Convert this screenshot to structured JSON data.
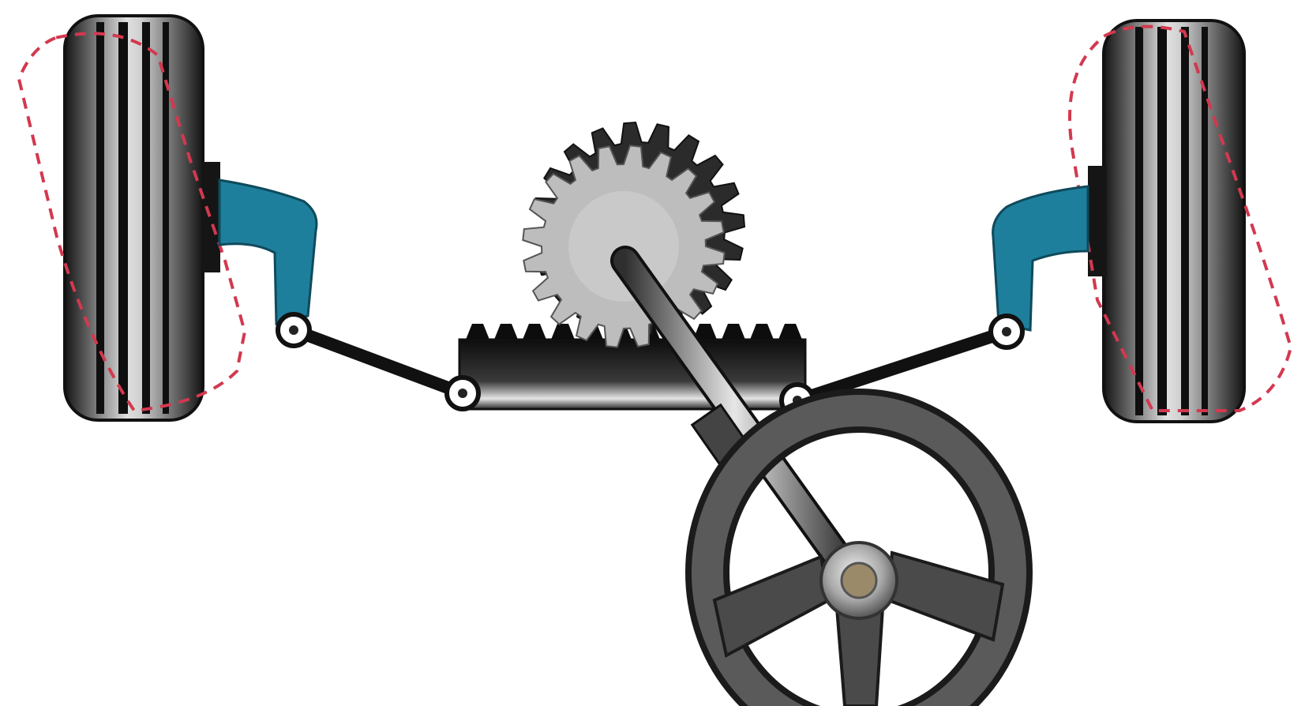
{
  "diagram": {
    "subject": "rack-and-pinion-steering-mechanism",
    "components": [
      {
        "name": "left-wheel",
        "kind": "tire"
      },
      {
        "name": "right-wheel",
        "kind": "tire"
      },
      {
        "name": "left-steering-knuckle",
        "kind": "arm"
      },
      {
        "name": "right-steering-knuckle",
        "kind": "arm"
      },
      {
        "name": "left-tie-rod",
        "kind": "rod"
      },
      {
        "name": "right-tie-rod",
        "kind": "rod"
      },
      {
        "name": "rack",
        "kind": "toothed-bar"
      },
      {
        "name": "pinion-gear",
        "kind": "gear"
      },
      {
        "name": "steering-column",
        "kind": "shaft"
      },
      {
        "name": "steering-wheel",
        "kind": "wheel"
      }
    ],
    "turned_wheel_outline": "dashed",
    "colors": {
      "background": "#ffffff",
      "tire_dark": "#141414",
      "tire_light": "#d8d8d8",
      "knuckle": "#1e7f9c",
      "gear": "#bdbdbd",
      "rack": "#1a1a1a",
      "outline_dashed": "#d2394f",
      "steering_wheel": "#4a4a4a"
    }
  }
}
